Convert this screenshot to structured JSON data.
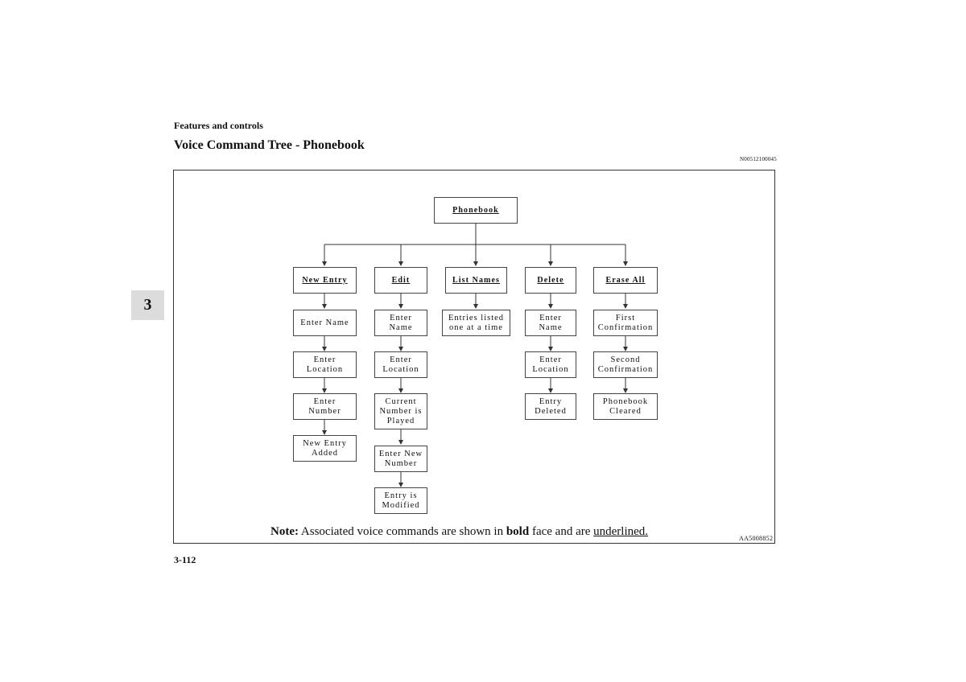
{
  "header": {
    "section": "Features and controls",
    "title": "Voice Command Tree - Phonebook",
    "doc_code": "N00512100045"
  },
  "chapter_tab": "3",
  "page_number": "3-112",
  "figure": {
    "root": "Phonebook",
    "commands": [
      "New Entry",
      "Edit",
      "List Names",
      "Delete",
      "Erase All"
    ],
    "branches": {
      "new_entry": [
        "Enter Name",
        "Enter\nLocation",
        "Enter\nNumber",
        "New Entry\nAdded"
      ],
      "edit": [
        "Enter\nName",
        "Enter\nLocation",
        "Current\nNumber is\nPlayed",
        "Enter New\nNumber",
        "Entry is\nModified"
      ],
      "list_names": [
        "Entries listed\none at a time"
      ],
      "delete": [
        "Enter\nName",
        "Enter\nLocation",
        "Entry\nDeleted"
      ],
      "erase_all": [
        "First\nConfirmation",
        "Second\nConfirmation",
        "Phonebook\nCleared"
      ]
    },
    "note": {
      "label": "Note:",
      "text1": " Associated voice commands are shown in ",
      "bold_word": "bold",
      "text2": " face and are ",
      "underlined_word": "underlined."
    },
    "figure_code": "AA5008852"
  }
}
